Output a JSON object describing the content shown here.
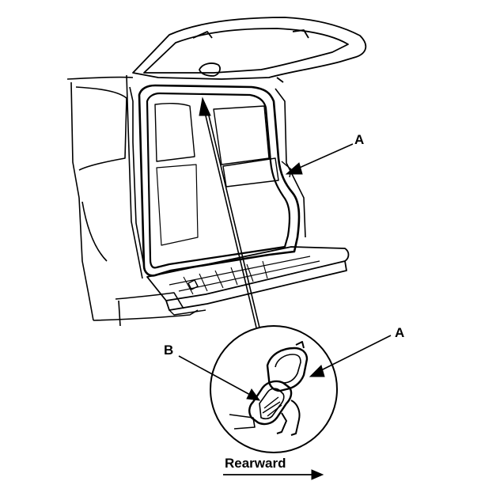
{
  "labels": {
    "a_top": "A",
    "a_bottom": "A",
    "b": "B",
    "direction": "Rearward"
  },
  "colors": {
    "ink": "#000000",
    "paper": "#ffffff"
  }
}
